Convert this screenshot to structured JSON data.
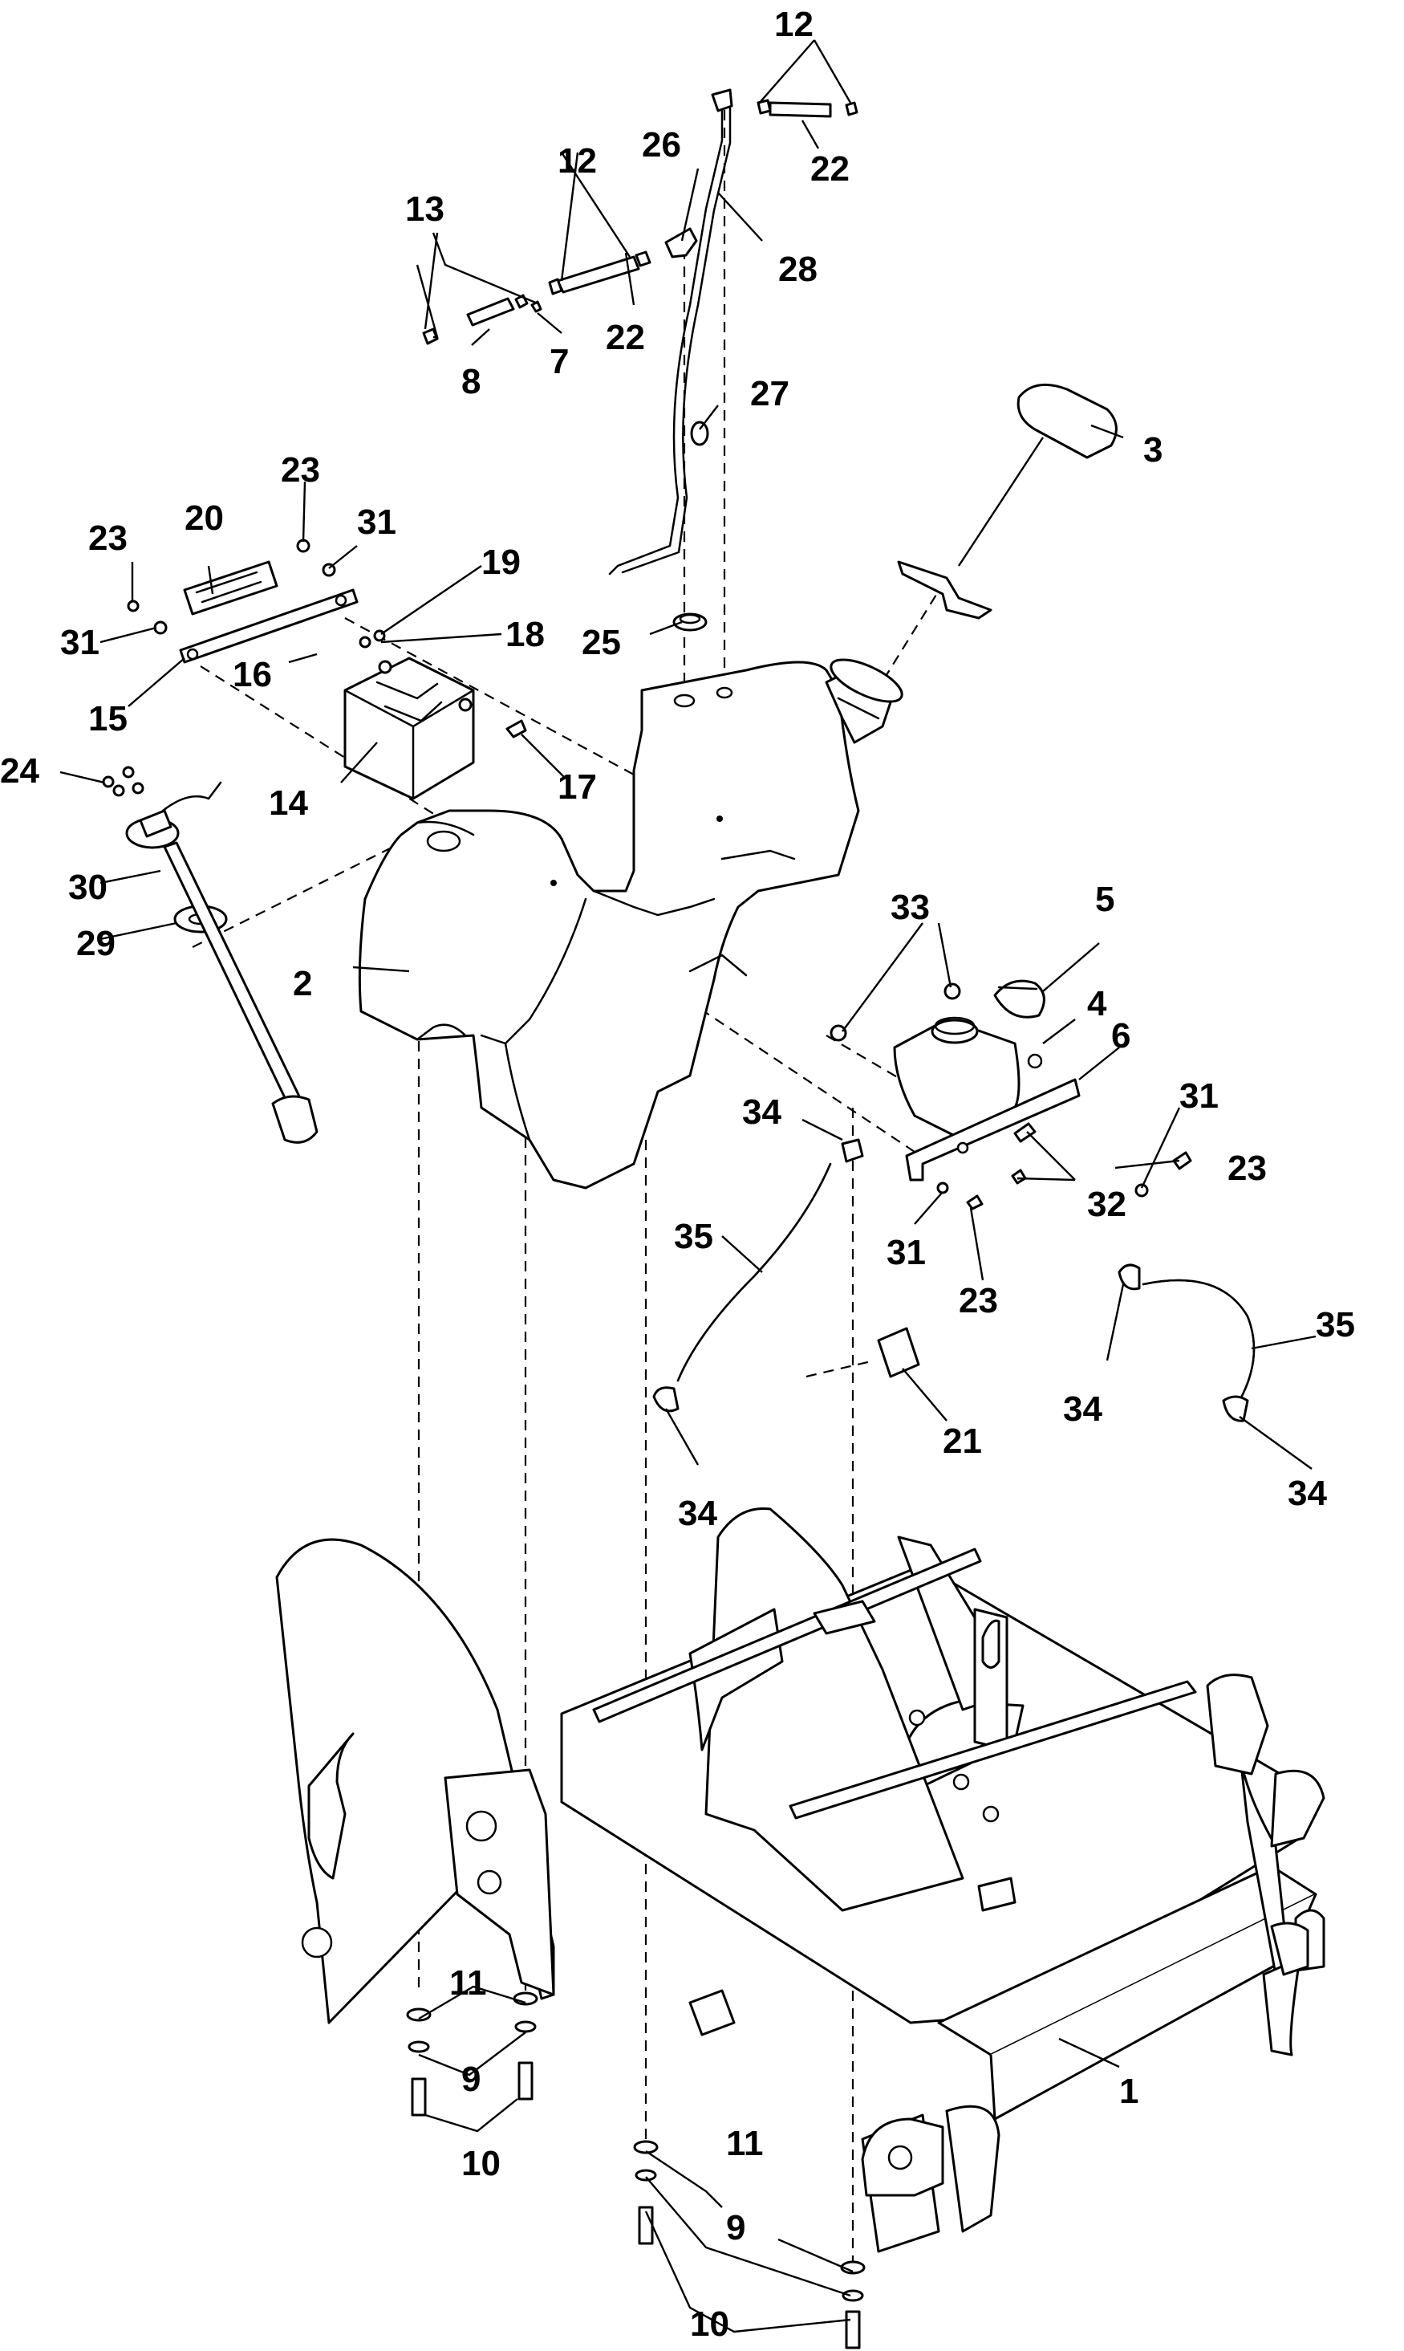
{
  "callouts": [
    {
      "id": "c1",
      "text": "1"
    },
    {
      "id": "c2",
      "text": "2"
    },
    {
      "id": "c3",
      "text": "3"
    },
    {
      "id": "c4",
      "text": "4"
    },
    {
      "id": "c5",
      "text": "5"
    },
    {
      "id": "c6",
      "text": "6"
    },
    {
      "id": "c7",
      "text": "7"
    },
    {
      "id": "c8",
      "text": "8"
    },
    {
      "id": "c9a",
      "text": "9"
    },
    {
      "id": "c9b",
      "text": "9"
    },
    {
      "id": "c10a",
      "text": "10"
    },
    {
      "id": "c10b",
      "text": "10"
    },
    {
      "id": "c11a",
      "text": "11"
    },
    {
      "id": "c11b",
      "text": "11"
    },
    {
      "id": "c12a",
      "text": "12"
    },
    {
      "id": "c12b",
      "text": "12"
    },
    {
      "id": "c13",
      "text": "13"
    },
    {
      "id": "c14",
      "text": "14"
    },
    {
      "id": "c15",
      "text": "15"
    },
    {
      "id": "c16",
      "text": "16"
    },
    {
      "id": "c17",
      "text": "17"
    },
    {
      "id": "c18",
      "text": "18"
    },
    {
      "id": "c19",
      "text": "19"
    },
    {
      "id": "c20",
      "text": "20"
    },
    {
      "id": "c21",
      "text": "21"
    },
    {
      "id": "c22a",
      "text": "22"
    },
    {
      "id": "c22b",
      "text": "22"
    },
    {
      "id": "c23a",
      "text": "23"
    },
    {
      "id": "c23b",
      "text": "23"
    },
    {
      "id": "c23c",
      "text": "23"
    },
    {
      "id": "c23d",
      "text": "23"
    },
    {
      "id": "c24",
      "text": "24"
    },
    {
      "id": "c25",
      "text": "25"
    },
    {
      "id": "c26",
      "text": "26"
    },
    {
      "id": "c27",
      "text": "27"
    },
    {
      "id": "c28",
      "text": "28"
    },
    {
      "id": "c29",
      "text": "29"
    },
    {
      "id": "c30",
      "text": "30"
    },
    {
      "id": "c31a",
      "text": "31"
    },
    {
      "id": "c31b",
      "text": "31"
    },
    {
      "id": "c31c",
      "text": "31"
    },
    {
      "id": "c31d",
      "text": "31"
    },
    {
      "id": "c32",
      "text": "32"
    },
    {
      "id": "c33",
      "text": "33"
    },
    {
      "id": "c34a",
      "text": "34"
    },
    {
      "id": "c34b",
      "text": "34"
    },
    {
      "id": "c34c",
      "text": "34"
    },
    {
      "id": "c34d",
      "text": "34"
    },
    {
      "id": "c35a",
      "text": "35"
    },
    {
      "id": "c35b",
      "text": "35"
    }
  ]
}
